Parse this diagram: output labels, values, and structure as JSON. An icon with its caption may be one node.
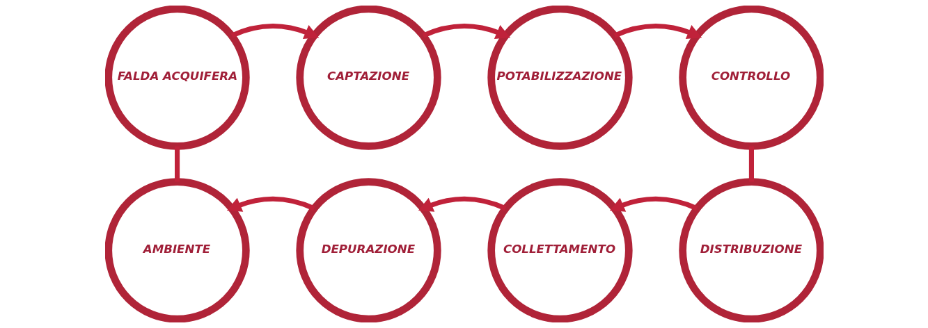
{
  "diagram": {
    "nodes": [
      {
        "text": [
          "FALDA ACQUIFERA"
        ]
      },
      {
        "text": [
          "CAPTAZIONE"
        ]
      },
      {
        "text": [
          "POTABILIZZAZIONE"
        ]
      },
      {
        "text": [
          "CONTROLLO"
        ]
      },
      {
        "text": [
          "AMBIENTE"
        ]
      },
      {
        "text": [
          "DEPURAZIONE"
        ]
      },
      {
        "text": [
          "COLLETTAMENTO"
        ]
      },
      {
        "text": [
          "DISTRIBUZIONE"
        ]
      }
    ],
    "edges": [
      {
        "from": 0,
        "to": 1,
        "arrow": "to"
      },
      {
        "from": 1,
        "to": 2,
        "arrow": "to"
      },
      {
        "from": 2,
        "to": 3,
        "arrow": "to"
      },
      {
        "from": 3,
        "to": 7,
        "arrow": "none"
      },
      {
        "from": 7,
        "to": 6,
        "arrow": "to"
      },
      {
        "from": 6,
        "to": 5,
        "arrow": "to"
      },
      {
        "from": 5,
        "to": 4,
        "arrow": "to"
      },
      {
        "from": 0,
        "to": 4,
        "arrow": "none"
      }
    ]
  }
}
